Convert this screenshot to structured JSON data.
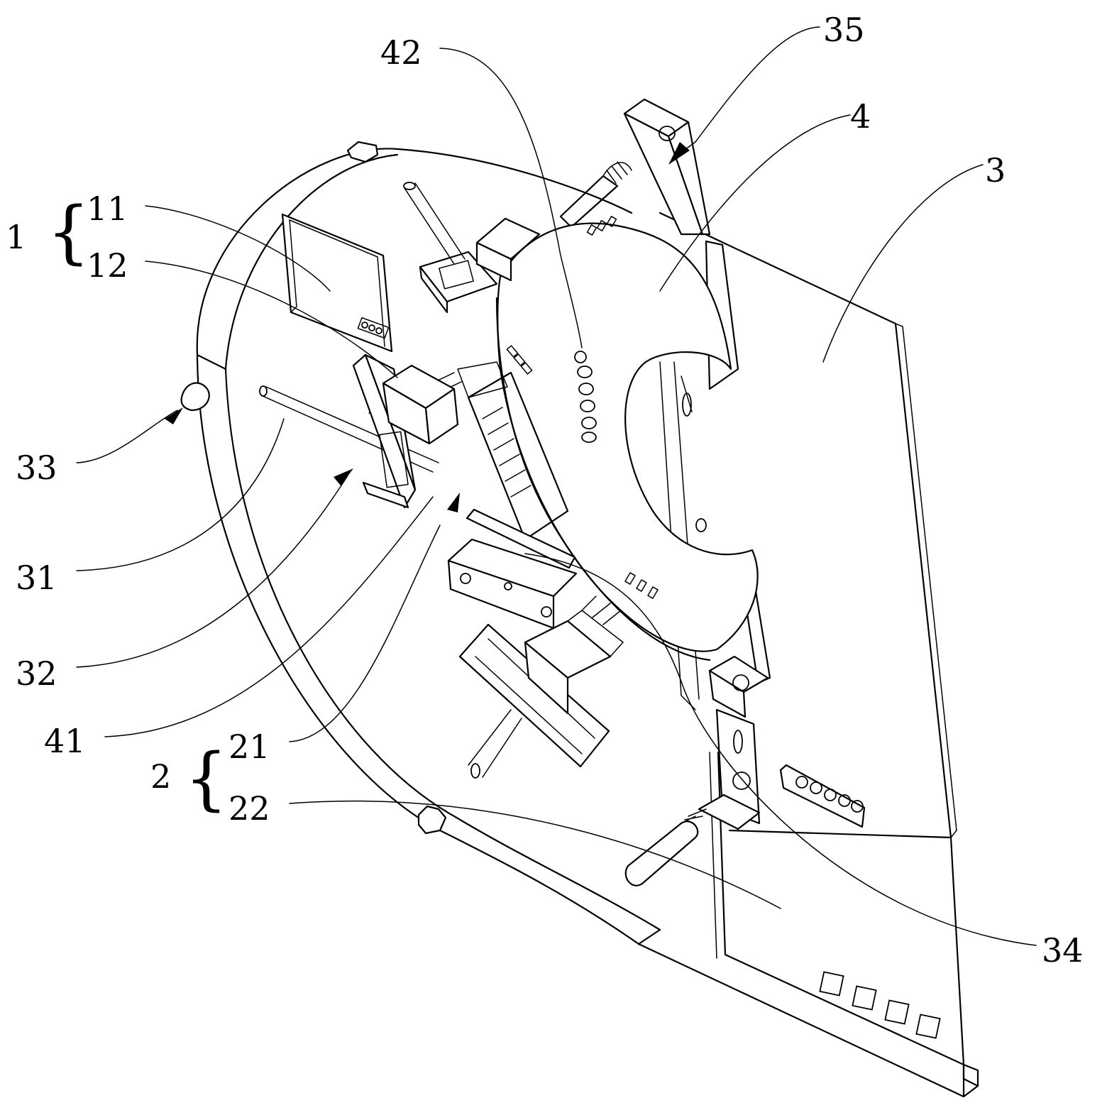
{
  "figure": {
    "labels": {
      "l1": "1",
      "l11": "11",
      "l12": "12",
      "l2": "2",
      "l21": "21",
      "l22": "22",
      "l3": "3",
      "l31": "31",
      "l32": "32",
      "l33": "33",
      "l34": "34",
      "l35": "35",
      "l4": "4",
      "l41": "41",
      "l42": "42"
    },
    "braces": {
      "group1": "{",
      "group2": "{"
    }
  }
}
